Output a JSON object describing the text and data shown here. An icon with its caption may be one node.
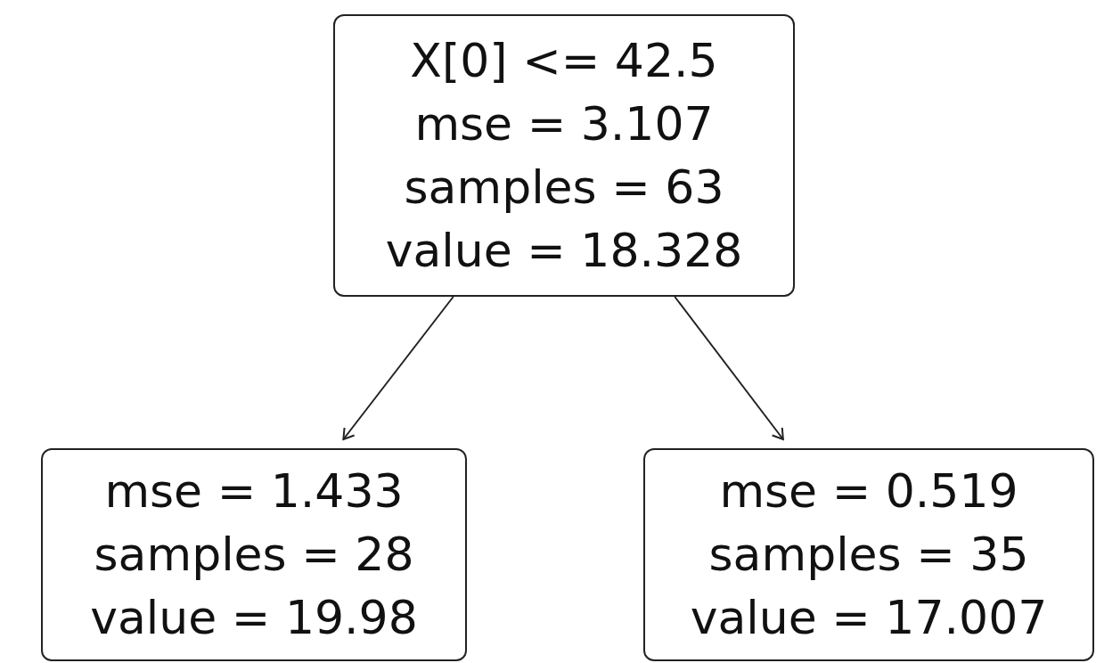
{
  "diagram": {
    "nodes": [
      {
        "text": [
          "X[0] <= 42.5",
          "mse = 3.107",
          "samples = 63",
          "value = 18.328"
        ]
      },
      {
        "text": [
          "mse = 1.433",
          "samples = 28",
          "value = 19.98"
        ]
      },
      {
        "text": [
          "mse = 0.519",
          "samples = 35",
          "value = 17.007"
        ]
      }
    ],
    "edges": [
      {
        "from": 0,
        "to": 1,
        "arrow": "to"
      },
      {
        "from": 0,
        "to": 2,
        "arrow": "to"
      }
    ]
  }
}
